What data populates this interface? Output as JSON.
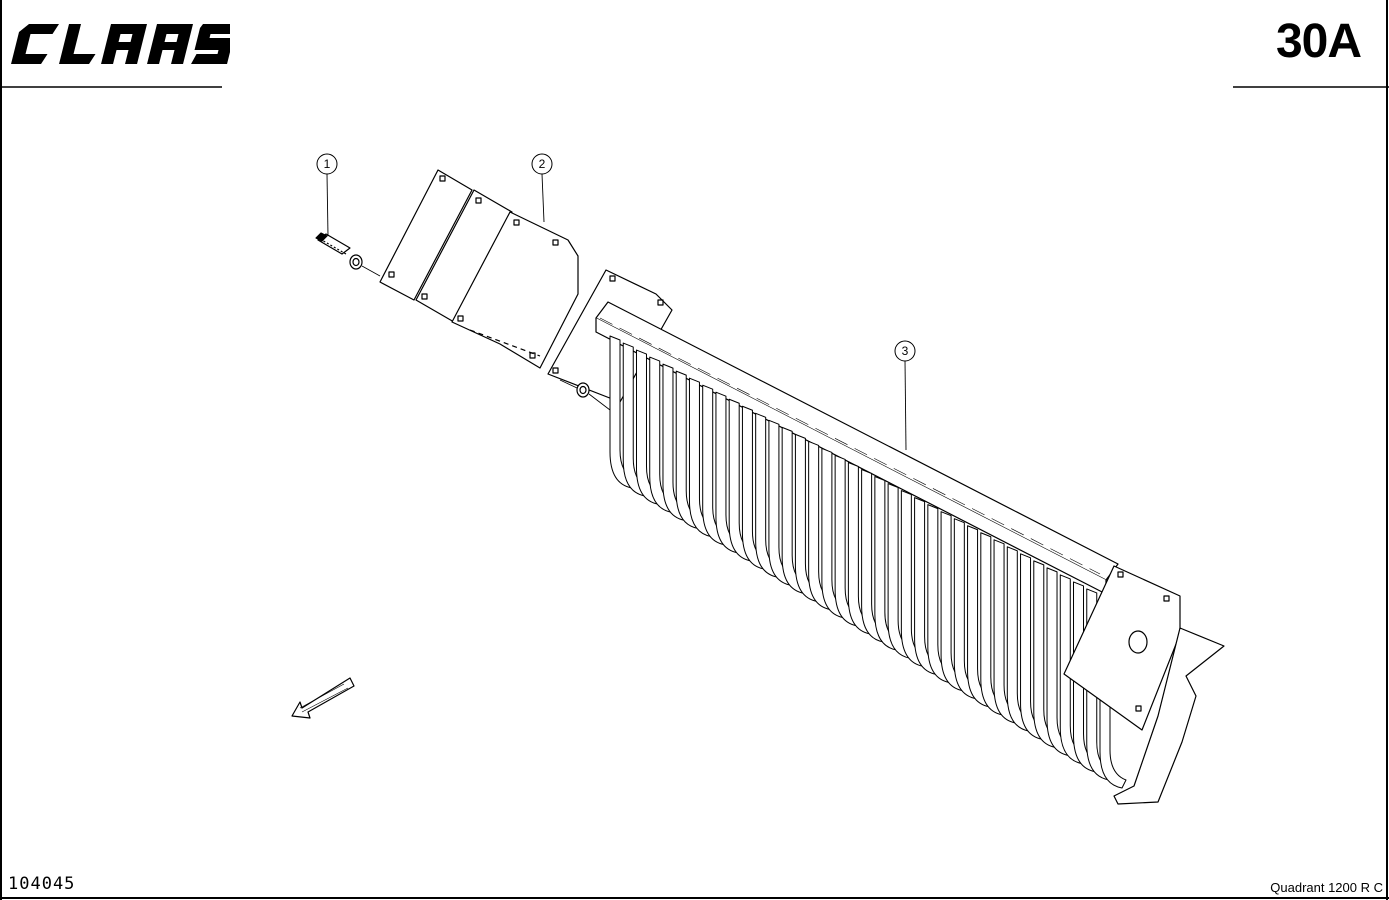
{
  "header": {
    "brand": "CLAAS",
    "page_code": "30A"
  },
  "footer": {
    "drawing_number": "104045",
    "model": "Quadrant 1200 R C"
  },
  "callouts": [
    {
      "id": "1",
      "part": "bolt-and-washer"
    },
    {
      "id": "2",
      "part": "mounting-plates"
    },
    {
      "id": "3",
      "part": "tine-comb-assembly"
    }
  ],
  "direction_arrow": "direction-of-travel-arrow",
  "colors": {
    "ink": "#000000",
    "paper": "#ffffff"
  }
}
